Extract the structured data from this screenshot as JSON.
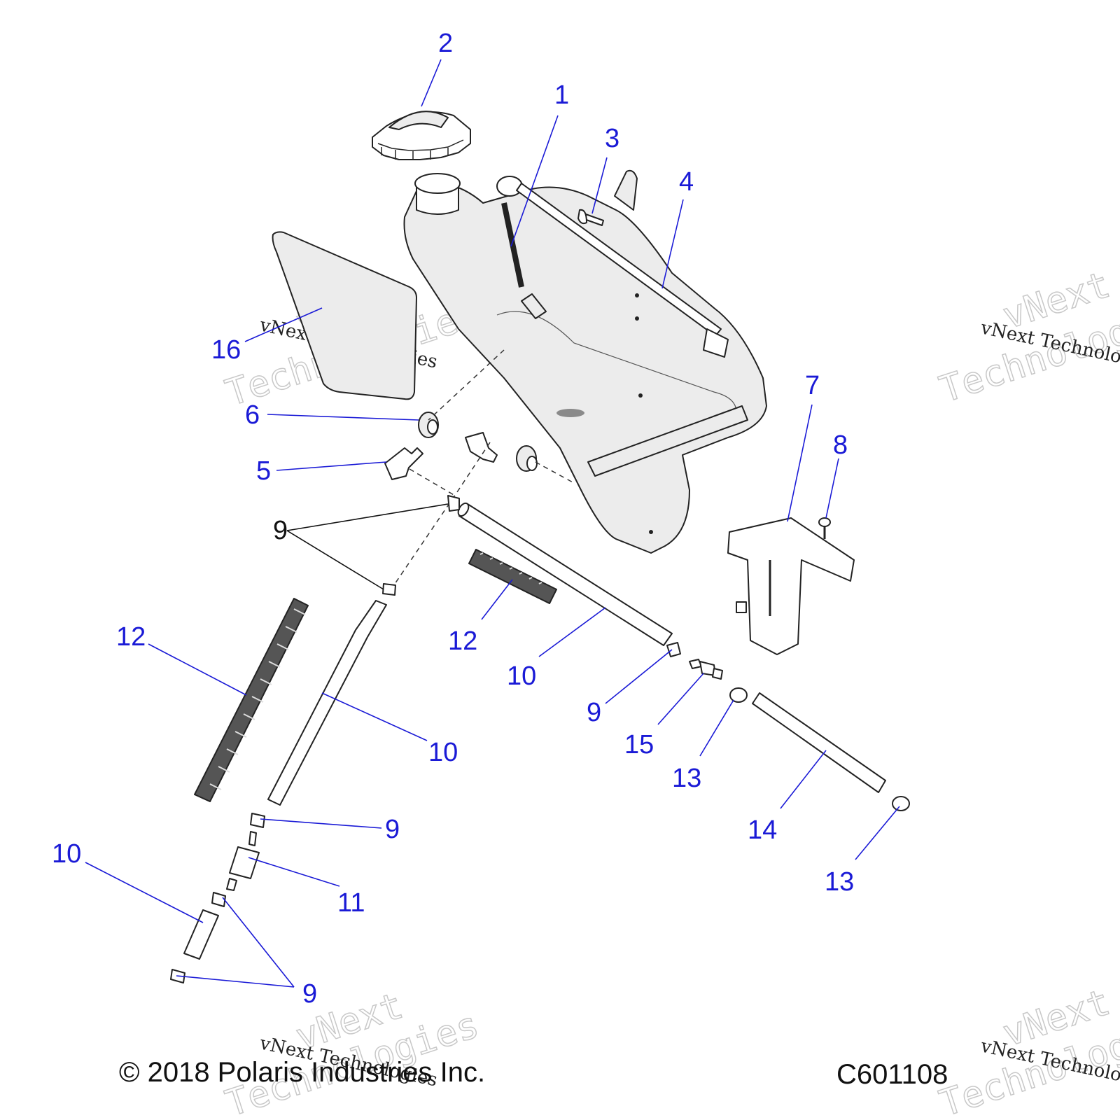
{
  "diagram": {
    "callouts": [
      {
        "id": "c1",
        "text": "1",
        "color": "blue"
      },
      {
        "id": "c2",
        "text": "2",
        "color": "blue"
      },
      {
        "id": "c3",
        "text": "3",
        "color": "blue"
      },
      {
        "id": "c4",
        "text": "4",
        "color": "blue"
      },
      {
        "id": "c5",
        "text": "5",
        "color": "blue"
      },
      {
        "id": "c6",
        "text": "6",
        "color": "blue"
      },
      {
        "id": "c7",
        "text": "7",
        "color": "blue"
      },
      {
        "id": "c8",
        "text": "8",
        "color": "blue"
      },
      {
        "id": "c9a",
        "text": "9",
        "color": "black"
      },
      {
        "id": "c9b",
        "text": "9",
        "color": "blue"
      },
      {
        "id": "c9c",
        "text": "9",
        "color": "blue"
      },
      {
        "id": "c9d",
        "text": "9",
        "color": "blue"
      },
      {
        "id": "c10a",
        "text": "10",
        "color": "blue"
      },
      {
        "id": "c10b",
        "text": "10",
        "color": "blue"
      },
      {
        "id": "c10c",
        "text": "10",
        "color": "blue"
      },
      {
        "id": "c11",
        "text": "11",
        "color": "blue"
      },
      {
        "id": "c12a",
        "text": "12",
        "color": "blue"
      },
      {
        "id": "c12b",
        "text": "12",
        "color": "blue"
      },
      {
        "id": "c13a",
        "text": "13",
        "color": "blue"
      },
      {
        "id": "c13b",
        "text": "13",
        "color": "blue"
      },
      {
        "id": "c14",
        "text": "14",
        "color": "blue"
      },
      {
        "id": "c15",
        "text": "15",
        "color": "blue"
      },
      {
        "id": "c16",
        "text": "16",
        "color": "blue"
      }
    ],
    "copyright": "© 2018 Polaris Industries Inc.",
    "drawing_number": "C601108",
    "watermark_small": "vNext Technologies",
    "watermark_line1": "vNext",
    "watermark_line2": "Technologies",
    "colors": {
      "callout": "#1a1ad6",
      "callout_black": "#111111",
      "part_fill": "#ececec"
    }
  }
}
